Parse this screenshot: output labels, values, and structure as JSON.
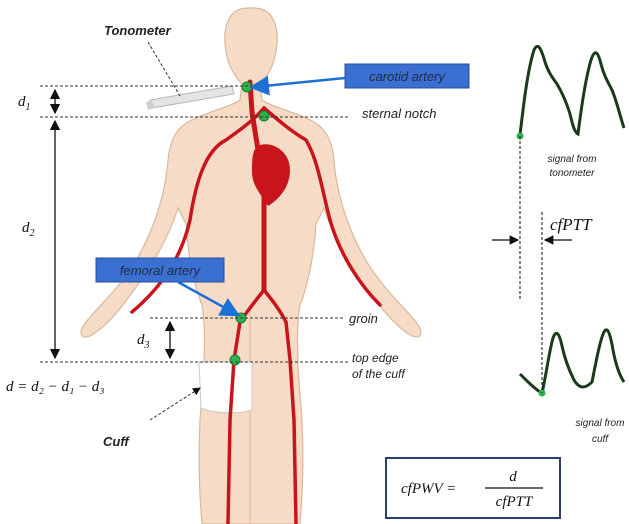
{
  "labels": {
    "tonometer": "Tonometer",
    "carotid": "carotid artery",
    "sternal": "sternal notch",
    "femoral": "femoral artery",
    "groin": "groin",
    "cuff_edge_1": "top edge",
    "cuff_edge_2": "of the cuff",
    "cuff": "Cuff",
    "d1": "d",
    "d1_sub": "1",
    "d2": "d",
    "d2_sub": "2",
    "d3": "d",
    "d3_sub": "3",
    "distance_formula": "d = d₂ − d₁ − d₃",
    "signal_tono_1": "signal from",
    "signal_tono_2": "tonometer",
    "signal_cuff_1": "signal from",
    "signal_cuff_2": "cuff",
    "ptt": "cfPTT",
    "formula_lhs": "cfPWV =",
    "formula_num": "d",
    "formula_den": "cfPTT"
  },
  "colors": {
    "artery": "#c8141b",
    "skin": "#f6dcc6",
    "skin_edge": "#d9b89c",
    "label_box": "#3b6fd1",
    "arrow": "#1e6fd6",
    "marker": "#2fb14c",
    "waveform": "#1a3b1a"
  },
  "icons": [
    "tonometer-probe-icon",
    "cuff-arrow-icon"
  ]
}
